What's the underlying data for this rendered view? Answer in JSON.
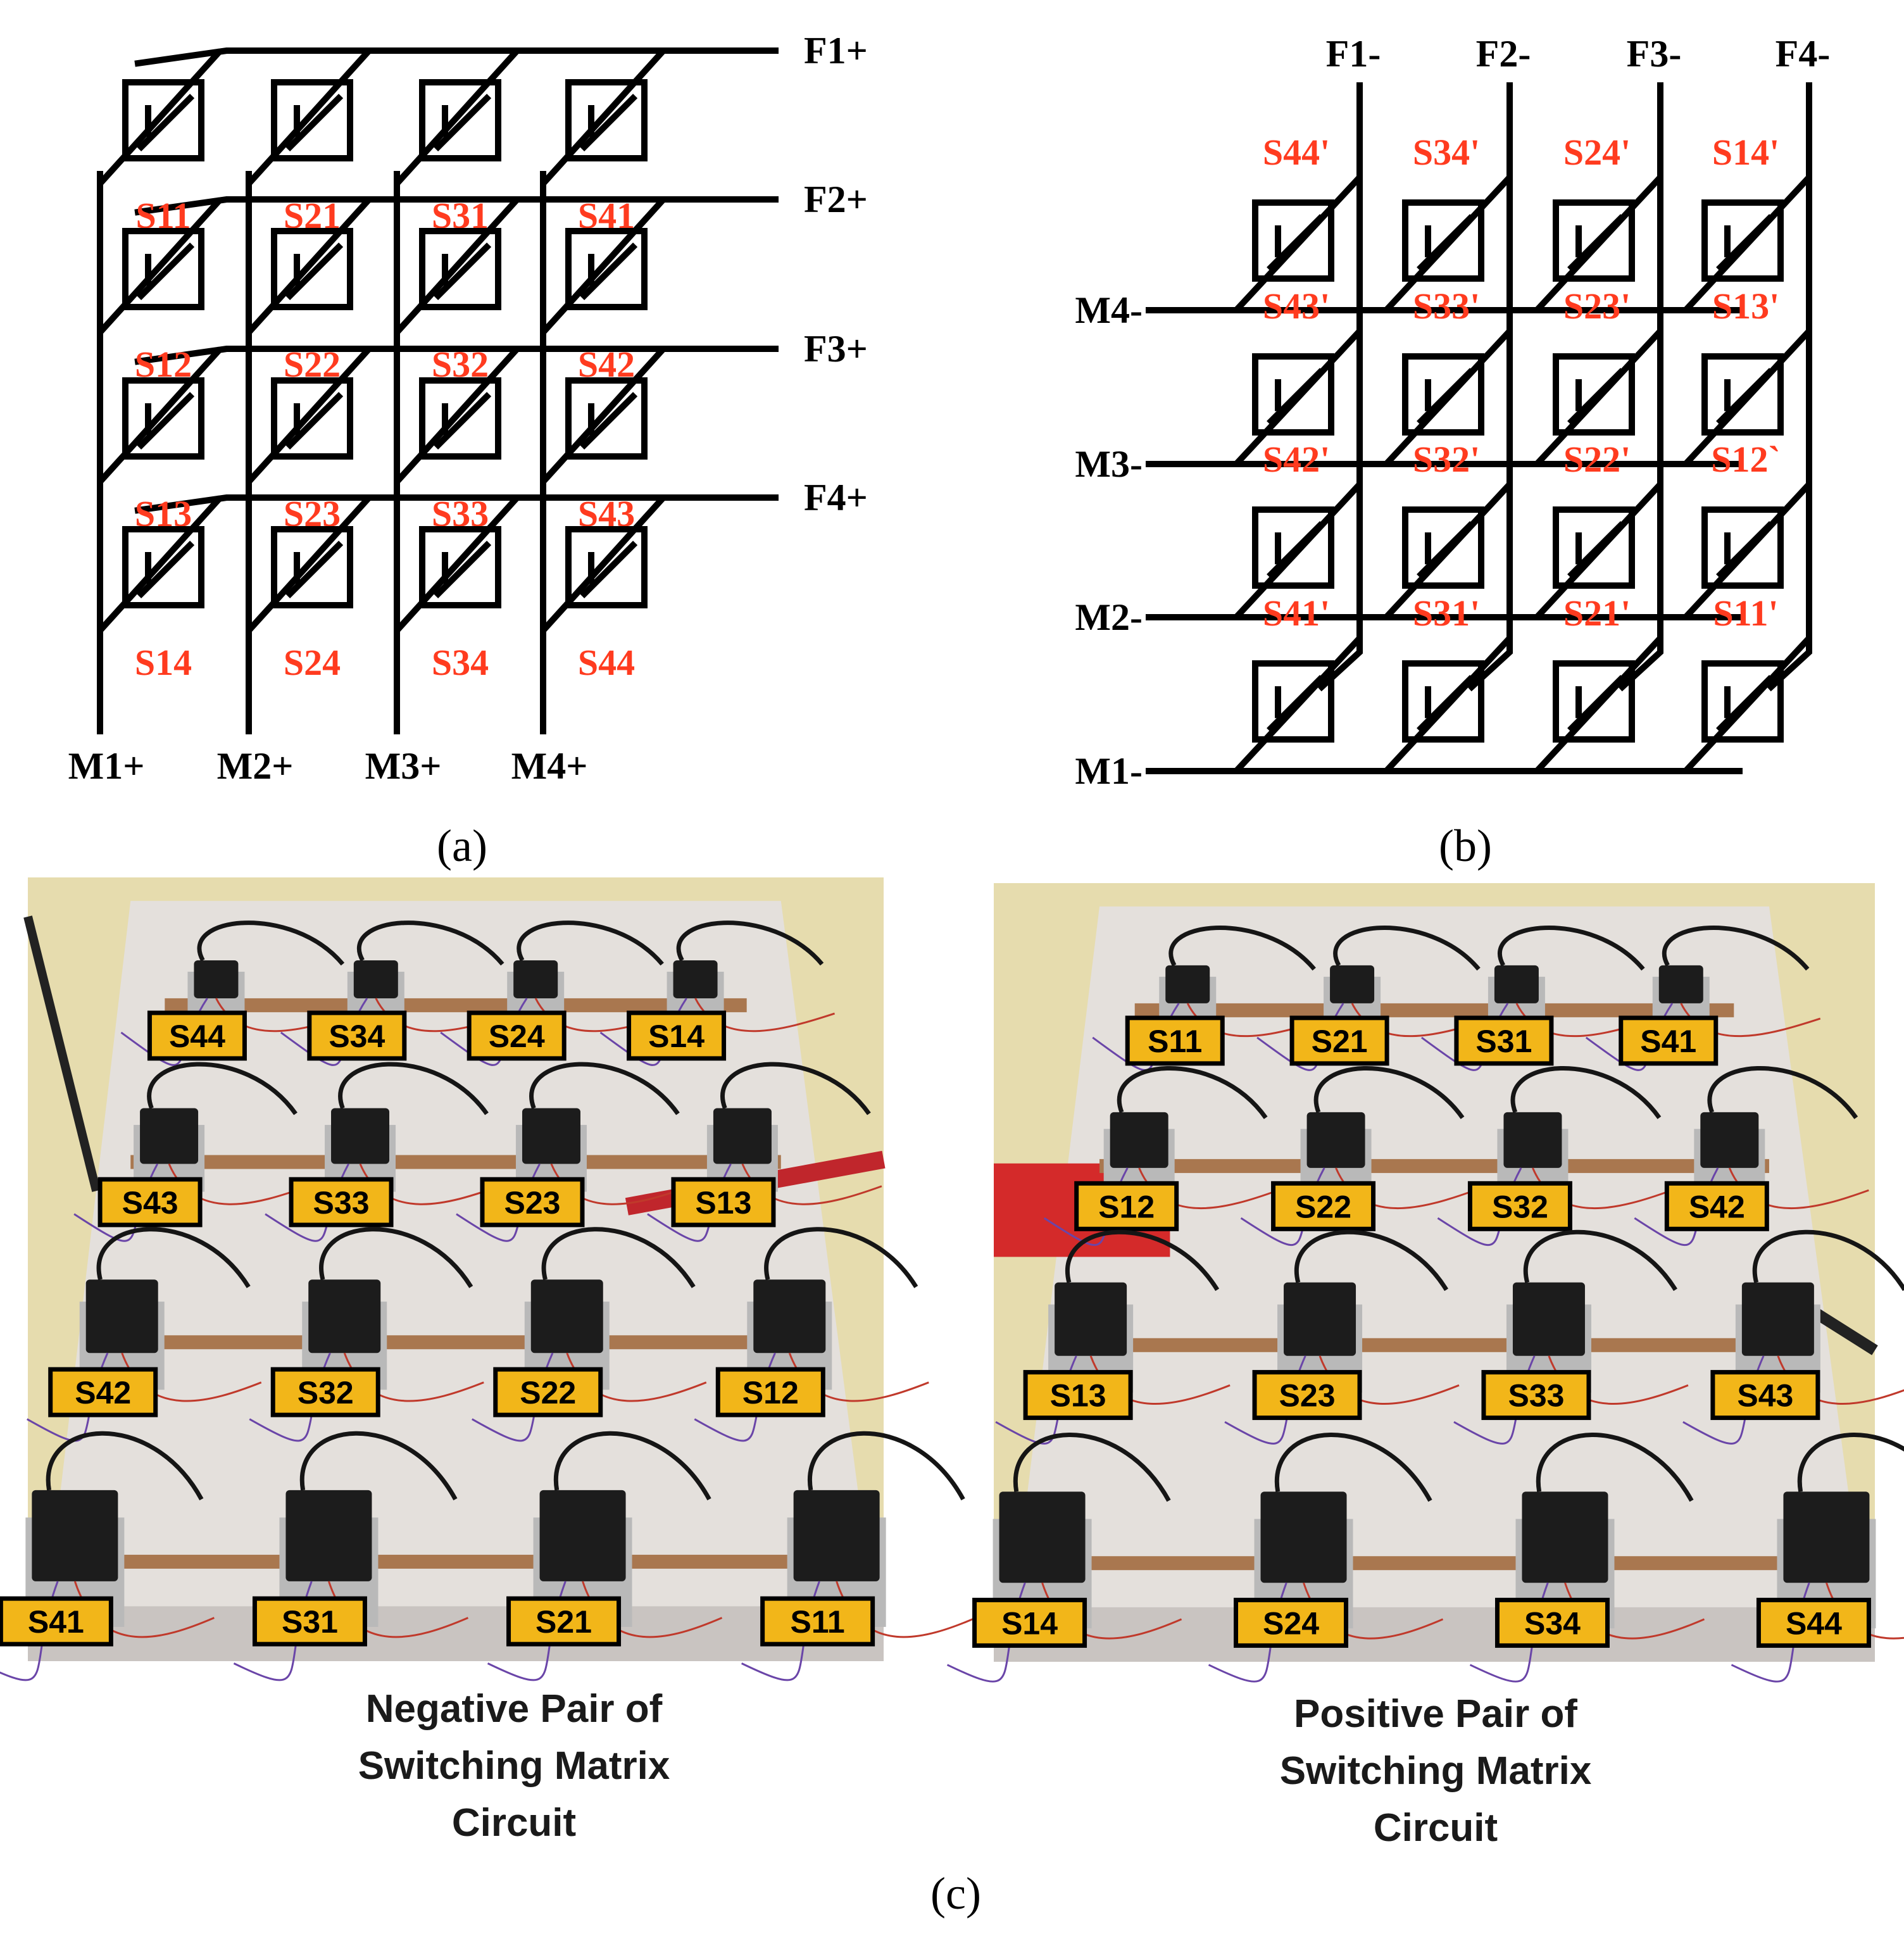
{
  "diagram_a": {
    "f_labels": [
      "F1+",
      "F2+",
      "F3+",
      "F4+"
    ],
    "m_labels": [
      "M1+",
      "M2+",
      "M3+",
      "M4+"
    ],
    "switch_rows": [
      [
        "S11",
        "S21",
        "S31",
        "S41"
      ],
      [
        "S12",
        "S22",
        "S32",
        "S42"
      ],
      [
        "S13",
        "S23",
        "S33",
        "S43"
      ],
      [
        "S14",
        "S24",
        "S34",
        "S44"
      ]
    ],
    "panel_label": "(a)"
  },
  "diagram_b": {
    "f_labels": [
      "F1-",
      "F2-",
      "F3-",
      "F4-"
    ],
    "m_labels": [
      "M4-",
      "M3-",
      "M2-",
      "M1-"
    ],
    "switch_rows": [
      [
        "S44'",
        "S34'",
        "S24'",
        "S14'"
      ],
      [
        "S43'",
        "S33'",
        "S23'",
        "S13'"
      ],
      [
        "S42'",
        "S32'",
        "S22'",
        "S12`"
      ],
      [
        "S41'",
        "S31'",
        "S21'",
        "S11'"
      ]
    ],
    "panel_label": "(b)"
  },
  "photos": {
    "negative": {
      "tag_rows": [
        [
          "S44",
          "S34",
          "S24",
          "S14"
        ],
        [
          "S43",
          "S33",
          "S23",
          "S13"
        ],
        [
          "S42",
          "S32",
          "S22",
          "S12"
        ],
        [
          "S41",
          "S31",
          "S21",
          "S11"
        ]
      ],
      "caption_lines": [
        "Negative Pair of",
        "Switching Matrix",
        "Circuit"
      ]
    },
    "positive": {
      "tag_rows": [
        [
          "S11",
          "S21",
          "S31",
          "S41"
        ],
        [
          "S12",
          "S22",
          "S32",
          "S42"
        ],
        [
          "S13",
          "S23",
          "S33",
          "S43"
        ],
        [
          "S14",
          "S24",
          "S34",
          "S44"
        ]
      ],
      "caption_lines": [
        "Positive Pair of",
        "Switching Matrix",
        "Circuit"
      ]
    },
    "panel_label": "(c)"
  },
  "colors": {
    "switch_label": "#ff3b1f",
    "tag_fill": "#f2b619",
    "wall": "#e6dcae",
    "board": "#e4e0dc"
  }
}
